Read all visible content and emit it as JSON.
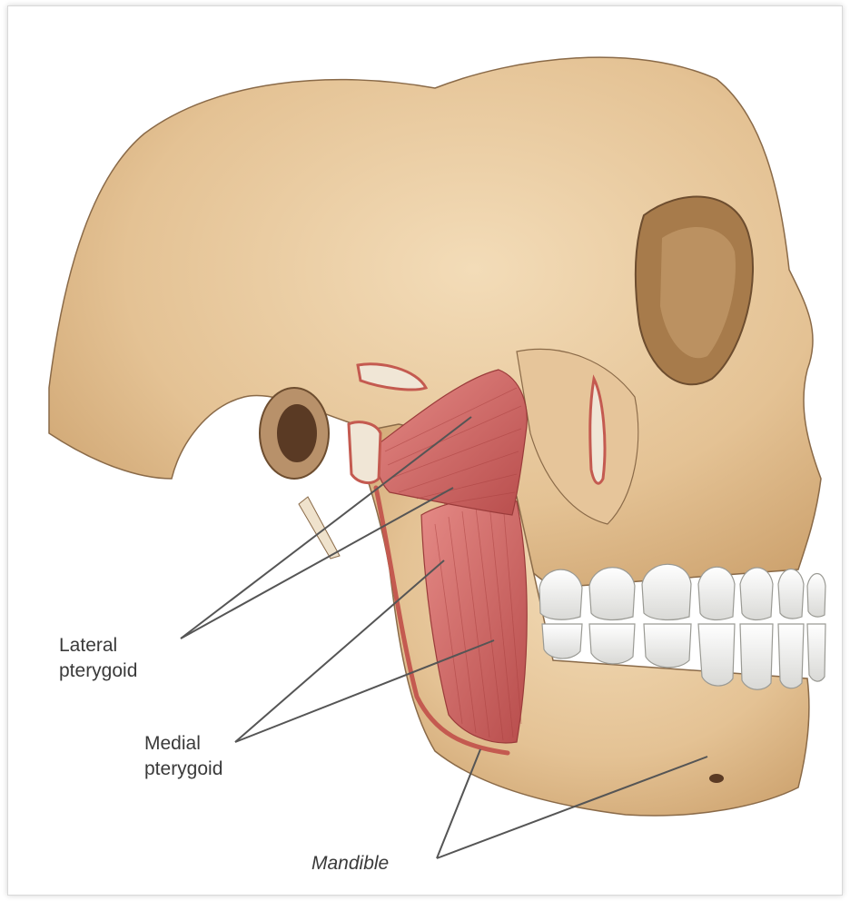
{
  "labels": {
    "lateral_pterygoid_line1": "Lateral",
    "lateral_pterygoid_line2": "pterygoid",
    "medial_pterygoid_line1": "Medial",
    "medial_pterygoid_line2": "pterygoid",
    "mandible": "Mandible"
  },
  "colors": {
    "bone": "#e8c9a0",
    "bone_shadow": "#c79d6a",
    "muscle": "#d46a68",
    "muscle_dark": "#b24848",
    "teeth": "#f4f4f2",
    "leader_line": "#555555",
    "text": "#3a3a3a"
  }
}
